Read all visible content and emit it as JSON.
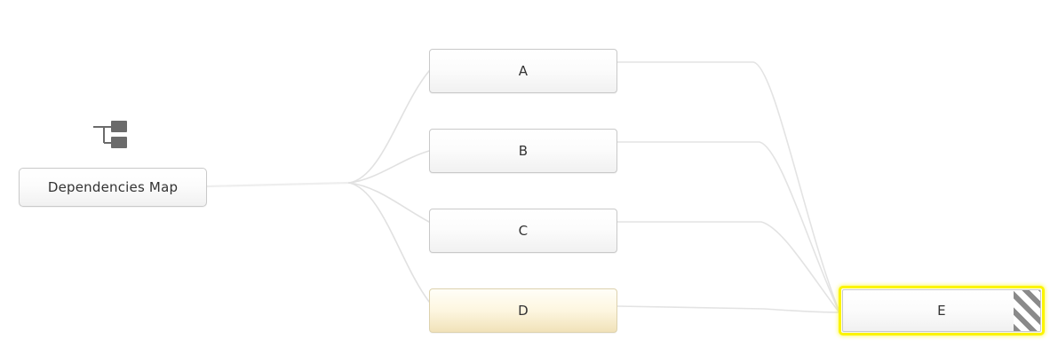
{
  "diagram": {
    "title": "Dependencies Map",
    "type": "dependency-graph",
    "background_color": "#ffffff",
    "icon": "hierarchy-tree-icon",
    "colors": {
      "node_border": "#c9c9c9",
      "node_fill_top": "#ffffff",
      "node_fill_bottom": "#f1f1f1",
      "node_label": "#333333",
      "edge_stroke": "#e3e3e3",
      "root_edge_stroke": "#eeeeee",
      "highlight_fill_bottom": "#f1e2b9",
      "selection_border": "#fbf400",
      "hatch_stroke": "#8a8a8a",
      "icon_fill": "#6b6b6b"
    }
  },
  "nodes": {
    "root": {
      "id": "root",
      "label": "Dependencies Map",
      "state": "normal"
    },
    "a": {
      "id": "A",
      "label": "A",
      "state": "normal"
    },
    "b": {
      "id": "B",
      "label": "B",
      "state": "normal"
    },
    "c": {
      "id": "C",
      "label": "C",
      "state": "normal"
    },
    "d": {
      "id": "D",
      "label": "D",
      "state": "highlighted"
    },
    "e": {
      "id": "E",
      "label": "E",
      "state": "selected"
    }
  },
  "edges": [
    {
      "from": "root",
      "to": "A"
    },
    {
      "from": "root",
      "to": "B"
    },
    {
      "from": "root",
      "to": "C"
    },
    {
      "from": "root",
      "to": "D"
    },
    {
      "from": "A",
      "to": "E"
    },
    {
      "from": "B",
      "to": "E"
    },
    {
      "from": "C",
      "to": "E"
    },
    {
      "from": "D",
      "to": "E"
    }
  ]
}
